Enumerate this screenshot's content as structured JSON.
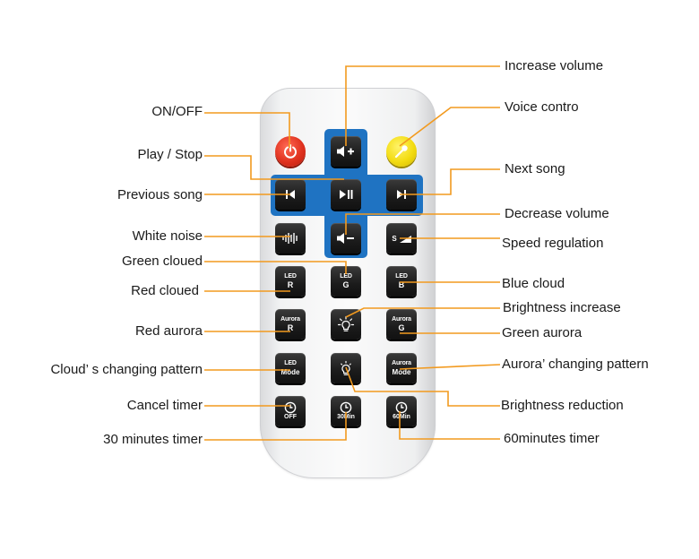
{
  "accent_color": "#f29a1f",
  "buttons": {
    "power": {
      "icon": "power-icon"
    },
    "vol_up": {
      "icon": "volume-up-icon"
    },
    "voice": {
      "icon": "microphone-icon"
    },
    "prev": {
      "icon": "previous-icon"
    },
    "play": {
      "icon": "play-pause-icon"
    },
    "next": {
      "icon": "next-icon"
    },
    "noise": {
      "icon": "sound-wave-icon"
    },
    "vol_down": {
      "icon": "volume-down-icon"
    },
    "speed": {
      "line1": "S",
      "icon": "speed-ramp-icon"
    },
    "led_r": {
      "line1": "LED",
      "line2": "R"
    },
    "led_g": {
      "line1": "LED",
      "line2": "G"
    },
    "led_b": {
      "line1": "LED",
      "line2": "B"
    },
    "aurora_r": {
      "line1": "Aurora",
      "line2": "R"
    },
    "bright_up": {
      "icon": "bulb-bright-icon"
    },
    "aurora_g": {
      "line1": "Aurora",
      "line2": "G"
    },
    "led_mode": {
      "line1": "LED",
      "line2": "Mode"
    },
    "bright_down": {
      "icon": "bulb-dim-icon"
    },
    "aurora_mode": {
      "line1": "Aurora",
      "line2": "Mode"
    },
    "timer_off": {
      "line1": "OFF",
      "icon": "clock-icon"
    },
    "timer_30": {
      "line1": "30Min",
      "icon": "clock-icon"
    },
    "timer_60": {
      "line1": "60Min",
      "icon": "clock-icon"
    }
  },
  "labels": {
    "increase_volume": "Increase  volume",
    "voice_control": "Voice contro",
    "next_song": "Next song",
    "decrease_volume": "Decrease volume",
    "speed_regulation": "Speed regulation",
    "blue_cloud": "Blue cloud",
    "brightness_increase": "Brightness increase",
    "green_aurora": "Green aurora",
    "aurora_pattern": "Aurora’ changing pattern",
    "brightness_reduction": "Brightness reduction",
    "timer_60": "60minutes timer",
    "on_off": "ON/OFF",
    "play_stop": "Play / Stop",
    "previous_song": "Previous song",
    "white_noise": "White noise",
    "green_cloud": "Green cloued",
    "red_cloud": "Red cloued",
    "red_aurora": "Red aurora",
    "cloud_pattern": "Cloud’ s changing pattern",
    "cancel_timer": "Cancel timer",
    "timer_30": "30 minutes timer"
  }
}
